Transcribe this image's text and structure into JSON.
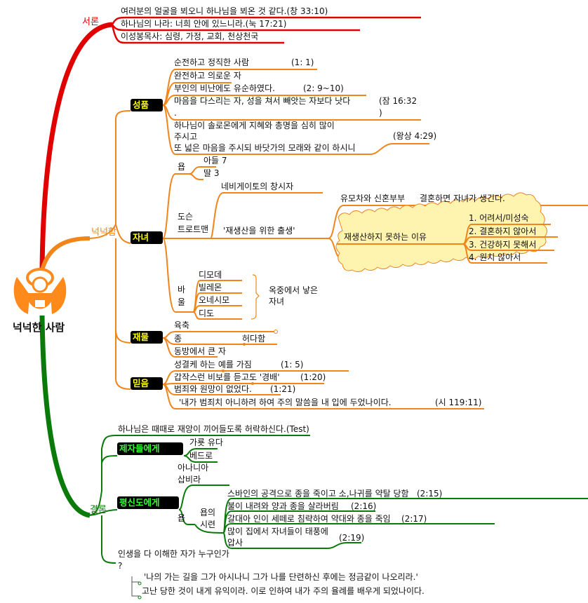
{
  "center": {
    "title": "넉넉한 사람",
    "icon": "angel-icon",
    "color": "#ff8000"
  },
  "colors": {
    "red": "#e00000",
    "orange": "#f0851c",
    "green": "#0a7a0a",
    "cloud": "#fff3b0"
  },
  "intro": {
    "label": "서론",
    "items": [
      "여러분의 얼굴을 뵈오니 하나님을 뵈온 것 같다.(창 33:10)",
      "하나님의 나라: 너희 안에 있느니라.(눅 17:21)",
      "이성봉목사: 심령, 가정, 교회, 천상천국"
    ]
  },
  "body": {
    "label": "넉넉함",
    "character": {
      "label": "성품",
      "items": [
        {
          "text": "순전하고 정직한 사람",
          "ref": "(1: 1)"
        },
        {
          "text": "완전하고 의로운 자",
          "ref": ""
        },
        {
          "text": "부인의 비난에도 유순하였다.",
          "ref": "(2: 9~10)"
        },
        {
          "text": "마음을 다스리는 자, 성을 쳐서 빼앗는 자보다 낫다",
          "text2": ".",
          "ref": "(잠 16:32",
          "ref2": ")"
        },
        {
          "text": "하나님이 솔로몬에게 지혜와 총명을 심히 많이",
          "text2": "주시고",
          "text3": "또 넓은 마음을 주시되 바닷가의 모래와 같이 하시니",
          "ref": "(왕상 4:29)"
        }
      ]
    },
    "children": {
      "label": "자녀",
      "job": {
        "label": "욥",
        "items": [
          "아들 7",
          "딸 3"
        ]
      },
      "dawson": {
        "label1": "도슨",
        "label2": "트로트맨",
        "founder": "네비게이토의 창시자",
        "birth": "'재생산을 위한 출생'",
        "stroller": "유모차와 신혼부부",
        "stroller_note": "결혼하면 자녀가 생긴다.",
        "reasons_label": "재생산하지 못하는 이유",
        "reasons": [
          "1. 어려서/미성숙",
          "2. 결혼하지 않아서",
          "3. 건강하지 못해서",
          "4. 원치 않아서"
        ]
      },
      "paul": {
        "label1": "바",
        "label2": "울",
        "items": [
          "디모데",
          "빌레몬",
          "오네시모",
          "디도"
        ],
        "group1": "옥중에서 낳은",
        "group2": "자녀"
      }
    },
    "wealth": {
      "label": "재물",
      "items": [
        "육축",
        "종",
        "동방에서 큰 자"
      ],
      "note": "허다함"
    },
    "faith": {
      "label": "믿음",
      "items": [
        {
          "text": "성결케 하는 예를 가짐",
          "ref": "(1: 5)"
        },
        {
          "text": "갑작스런 비보를 듣고도 '경배'",
          "ref": "(1:20)"
        },
        {
          "text": "범죄와 원망이 없었다.",
          "ref": "(1:21)"
        },
        {
          "text": "'내가 범죄치 아니하려 하여 주의 말씀을 내 입에 두었나이다.",
          "ref": "(시 119:11)"
        }
      ]
    }
  },
  "conclusion": {
    "label": "결론",
    "test": "하나님은 때때로 재앙이 끼어들도록 허락하신다.(Test)",
    "disciples": {
      "label": "제자들에게",
      "items": [
        "가룟 유다",
        "베드로"
      ]
    },
    "laity": {
      "label": "평신도에게",
      "ananias1": "아나니아",
      "ananias2": "삽비라",
      "job": "욥",
      "trial1": "욥의",
      "trial2": "시련",
      "trials": [
        {
          "text": "스바인의 공격으로 종을 죽이고 소,나귀를 약탈 당함",
          "ref": "(2:15)"
        },
        {
          "text": "불이 내려와 양과 종을 살라버림",
          "ref": "(2:16)"
        },
        {
          "text": "갈대아 인이 세떼로 침략하여 약대와 종을 죽임",
          "ref": "(2:17)"
        },
        {
          "text": "많이 집에서 자녀들이 태풍에",
          "text2": "압사",
          "ref": "(2:19)"
        }
      ]
    },
    "question1": "인생을 다 이해한 자가 누구인가",
    "question2": "?",
    "notes": [
      "'나의 가는 길을 그가 아시나니 그가 나를 단련하신 후에는 정금같이 나오리라.'",
      "고난 당한 것이 내게 유익이라. 이로 인하여 내가 주의 율례를 배우게 되었나이다."
    ]
  }
}
